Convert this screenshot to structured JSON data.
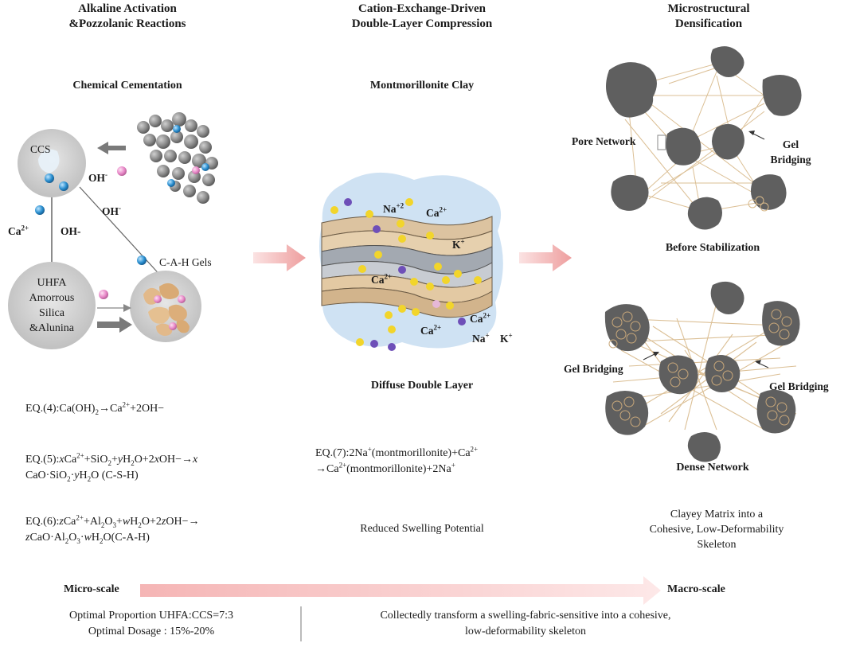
{
  "headers": {
    "col1": [
      "Alkaline Activation",
      "&Pozzolanic Reactions"
    ],
    "col2": [
      "Cation-Exchange-Driven",
      "Double-Layer Compression"
    ],
    "col3": [
      "Microstructural",
      "Densification"
    ]
  },
  "panel_titles": {
    "chemical_cementation": "Chemical Cementation",
    "montmorillonite": "Montmorillonite Clay",
    "diffuse_layer": "Diffuse Double Layer",
    "before_stabilization": "Before Stabilization",
    "dense_network": "Dense Network"
  },
  "left_labels": {
    "ccs": "CCS",
    "oh1": "OH",
    "oh1_sup": "-",
    "oh2": "OH",
    "oh2_sup": "-",
    "ca": "Ca",
    "ca_sup": "2+",
    "oh3": "OH-",
    "cah_gels": "C-A-H Gels",
    "uhfa": [
      "UHFA",
      "Amorrous",
      "Silica",
      "&Alunina"
    ]
  },
  "clay_ions": {
    "na": "Na",
    "na_sup": "+2",
    "ca_top": "Ca",
    "ca_top_sup": "2+",
    "k": "K",
    "k_sup": "+",
    "ca_mid": "Ca",
    "ca_mid_sup": "2+",
    "ca_right": "Ca",
    "ca_right_sup": "2+",
    "ca_low": "Ca",
    "ca_low_sup": "2+",
    "na_low": "Na",
    "na_low_sup": "+",
    "k_low": "K",
    "k_low_sup": "+"
  },
  "micro_labels": {
    "pore_network": "Pore Network",
    "gel_bridging_top": [
      "Gel",
      "Bridging"
    ],
    "gel_bridging_left": "Gel Bridging",
    "gel_bridging_right": "Gel Bridging"
  },
  "equations": {
    "eq4_prefix": "EQ.(4):Ca(OH)",
    "eq4_sub": "2",
    "eq4_mid": "→Ca",
    "eq4_sup": "2+",
    "eq4_end": "+2OH−",
    "eq5_prefix": "EQ.(5):",
    "eq5_x": "x",
    "eq5_ca": "Ca",
    "eq5_sup": "2+",
    "eq5_a": "+SiO",
    "eq5_sub": "2",
    "eq5_plus": "+",
    "eq5_y": "y",
    "eq5_h2o": "H",
    "eq5_h2o_sub": "2",
    "eq5_o": "O+2",
    "eq5_x2": "x",
    "eq5_oh": "OH−→",
    "eq5_x3": "x",
    "eq5_line2_a": "CaO·SiO",
    "eq5_line2_sub": "2",
    "eq5_line2_b": "·",
    "eq5_line2_y": "y",
    "eq5_line2_c": "H",
    "eq5_line2_sub2": "2",
    "eq5_line2_d": "O (C-S-H)",
    "eq6_prefix": "EQ.(6):",
    "eq6_z": "z",
    "eq6_ca": "Ca",
    "eq6_sup": "2+",
    "eq6_a": "+Al",
    "eq6_sub1": "2",
    "eq6_b": "O",
    "eq6_sub2": "3",
    "eq6_c": "+",
    "eq6_w": "w",
    "eq6_d": "H",
    "eq6_sub3": "2",
    "eq6_e": "O+2",
    "eq6_z2": "z",
    "eq6_f": "OH−→",
    "eq6_line2_z": "z",
    "eq6_line2_a": "CaO·Al",
    "eq6_line2_sub1": "2",
    "eq6_line2_b": "O",
    "eq6_line2_sub2": "3",
    "eq6_line2_c": "·",
    "eq6_line2_w": "w",
    "eq6_line2_d": "H",
    "eq6_line2_sub3": "2",
    "eq6_line2_e": "O(C-A-H)",
    "eq7_a": "EQ.(7):2Na",
    "eq7_sup1": "+",
    "eq7_b": "(montmorillonite)+Ca",
    "eq7_sup2": "2+",
    "eq7_c": "→Ca",
    "eq7_sup3": "2+",
    "eq7_d": "(montmorillonite)+2Na",
    "eq7_sup4": "+"
  },
  "outcomes": {
    "reduced_swelling": "Reduced Swelling Potential",
    "clayey_matrix": [
      "Clayey Matrix into a",
      "Cohesive, Low-Deformability",
      "Skeleton"
    ]
  },
  "scale": {
    "micro": "Micro-scale",
    "macro": "Macro-scale"
  },
  "footer": {
    "left": [
      "Optimal Proportion UHFA:CCS=7:3",
      "Optimal Dosage : 15%-20%"
    ],
    "right": [
      "Collectedly transform a swelling-fabric-sensitive into a cohesive,",
      "low-deformability skeleton"
    ]
  },
  "colors": {
    "arrow_pink": "#f2b6b6",
    "clay_tan": "#e3c9a3",
    "clay_gray": "#9ea4ad",
    "water_blue": "#cfe2f3",
    "particle_dark": "#5f5f5f",
    "gel_fiber": "#d8b98a",
    "ion_yellow": "#f2d52b",
    "ion_purple": "#6e4fb8",
    "ion_blue": "#2a8fd0",
    "ion_pink": "#e888c8"
  }
}
